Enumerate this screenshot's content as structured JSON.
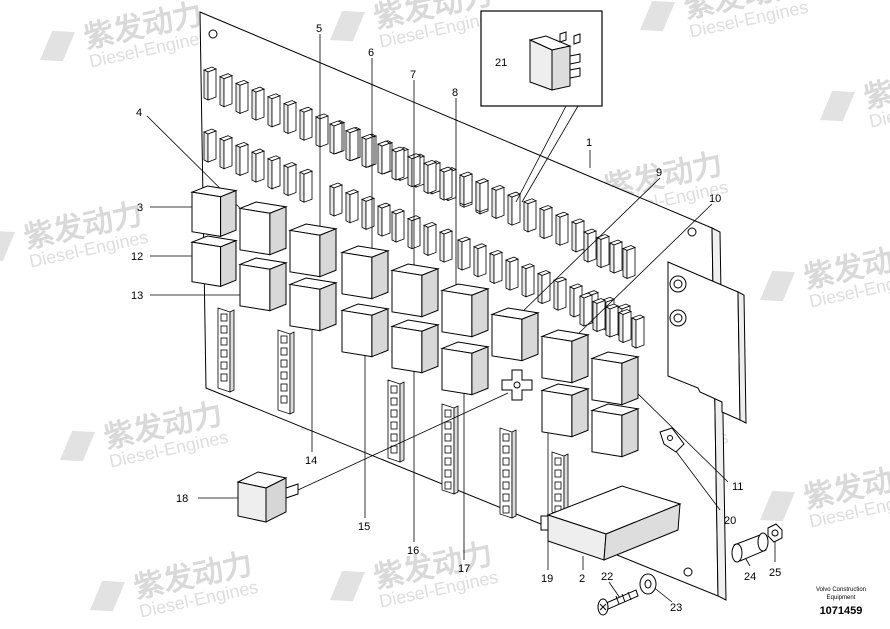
{
  "watermark": {
    "brand": "紫发动力",
    "sub": "Diesel-Engines"
  },
  "footer": {
    "maker_line1": "Volvo Construction",
    "maker_line2": "Equipment",
    "part_code": "1071459"
  },
  "callouts": [
    "1",
    "2",
    "3",
    "4",
    "5",
    "6",
    "7",
    "8",
    "9",
    "10",
    "11",
    "12",
    "13",
    "14",
    "15",
    "16",
    "17",
    "18",
    "19",
    "20",
    "21",
    "22",
    "23",
    "24",
    "25"
  ]
}
